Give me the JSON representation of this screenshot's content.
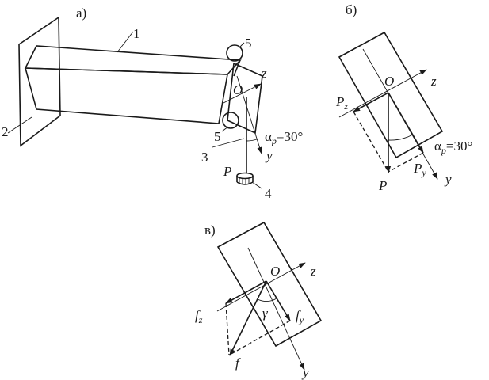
{
  "panel_a": {
    "label": "а)",
    "callouts": {
      "n1": "1",
      "n2": "2",
      "n3": "3",
      "n4": "4",
      "n5_top": "5",
      "n5_bottom": "5"
    },
    "axes": {
      "z": "z",
      "y": "y",
      "origin": "O"
    },
    "force": "P",
    "angle": {
      "symbol": "α",
      "sub": "p",
      "value": "=30°"
    }
  },
  "panel_b": {
    "label": "б)",
    "axes": {
      "z": "z",
      "y": "y",
      "origin": "O"
    },
    "force": "P",
    "pz": {
      "main": "P",
      "sub": "z"
    },
    "py": {
      "main": "P",
      "sub": "y"
    },
    "angle": {
      "symbol": "α",
      "sub": "p",
      "value": "=30°"
    }
  },
  "panel_c": {
    "label": "в)",
    "axes": {
      "z": "z",
      "y": "y",
      "origin": "O"
    },
    "force": "f",
    "fz": {
      "main": "f",
      "sub": "z"
    },
    "fy": {
      "main": "f",
      "sub": "y"
    },
    "angle": "γ"
  }
}
